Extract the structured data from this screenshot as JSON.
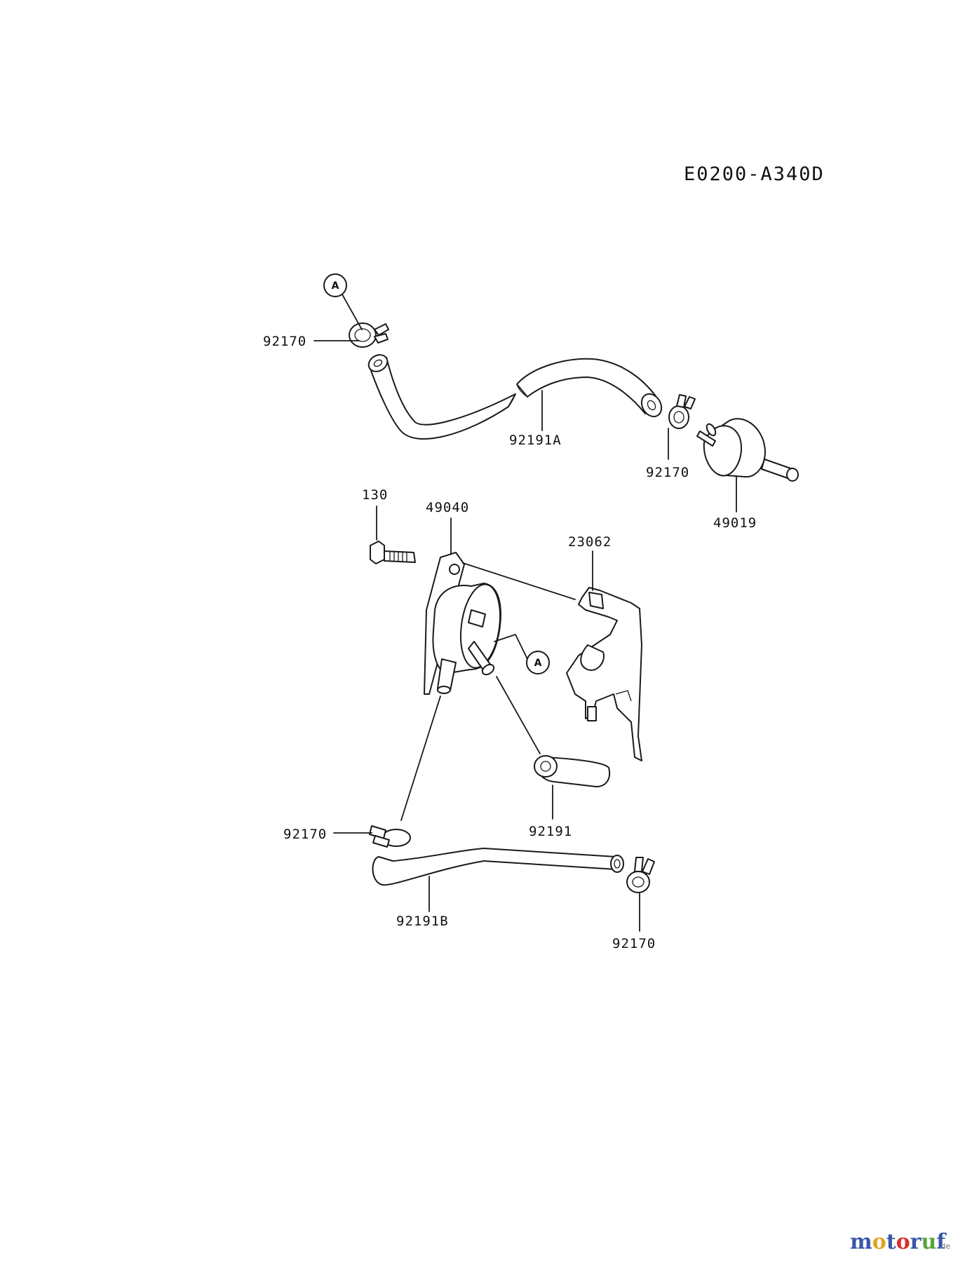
{
  "diagram": {
    "code": "E0200-A340D",
    "callouts": {
      "clamp_top": "92170",
      "hose_a": "92191A",
      "clamp_filter": "92170",
      "filter": "49019",
      "bolt": "130",
      "pump": "49040",
      "bracket": "23062",
      "hose_short": "92191",
      "clamp_lower_left": "92170",
      "hose_b": "92191B",
      "clamp_lower_right": "92170"
    },
    "ref_marks": {
      "ref_top": "A",
      "ref_pump": "A"
    }
  },
  "watermark": {
    "brand": "motoruf",
    "domain": ".de"
  }
}
